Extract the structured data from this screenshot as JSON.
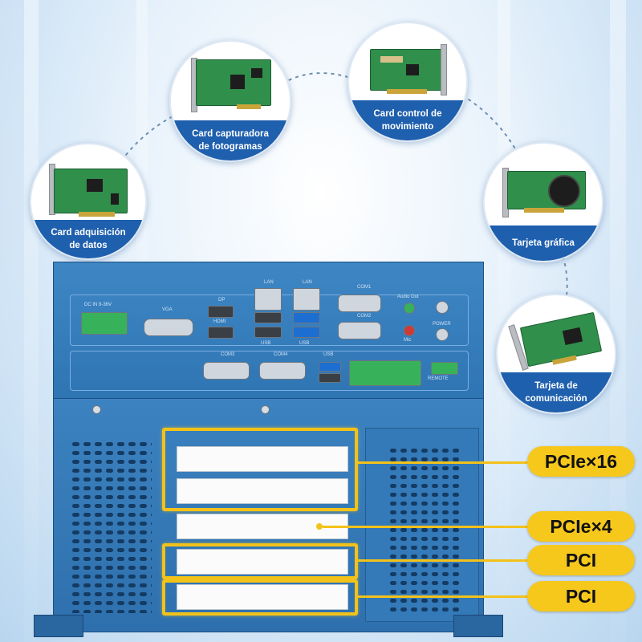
{
  "cards": [
    {
      "line1": "Card adquisición",
      "line2": "de datos",
      "icon": "data-acquisition-card-icon"
    },
    {
      "line1": "Card capturadora",
      "line2": "de fotogramas",
      "icon": "frame-grabber-card-icon"
    },
    {
      "line1": "Card control de",
      "line2": "movimiento",
      "icon": "motion-control-card-icon"
    },
    {
      "line1": "Tarjeta gráfica",
      "line2": "",
      "icon": "graphics-card-icon"
    },
    {
      "line1": "Tarjeta de",
      "line2": "comunicación",
      "icon": "communication-card-icon"
    }
  ],
  "slots": [
    {
      "label": "PCIe×16"
    },
    {
      "label": "PCIe×4"
    },
    {
      "label": "PCI"
    },
    {
      "label": "PCI"
    }
  ],
  "panel_labels": {
    "dc_in": "DC IN 9-36V",
    "vga": "VGA",
    "dp": "DP",
    "hdmi": "HDMI",
    "lan1": "LAN",
    "lan2": "LAN",
    "usb1": "USB",
    "usb2": "USB",
    "com1": "COM1",
    "com2": "COM2",
    "com3": "COM3",
    "com4": "COM4",
    "audio_out": "Audio Out",
    "mic": "Mic",
    "power": "POWER",
    "remote": "REMOTE",
    "usb3": "USB"
  },
  "colors": {
    "accent": "#f6c81c",
    "chassis": "#3478b7",
    "band": "#1e5fae"
  }
}
